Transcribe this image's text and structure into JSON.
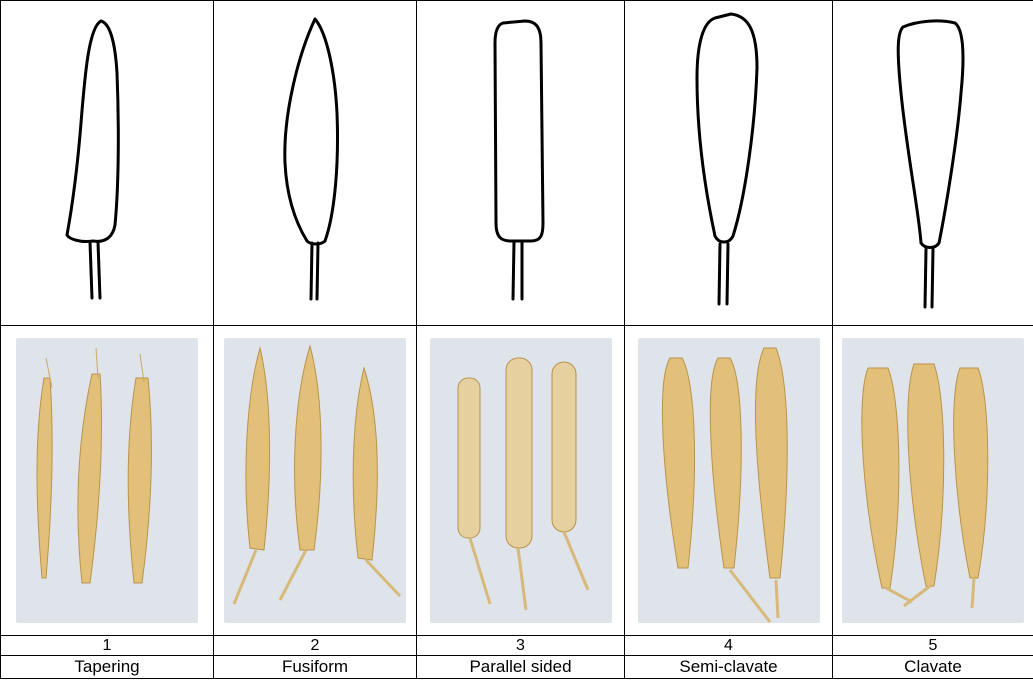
{
  "columns": [
    {
      "number": "1",
      "name": "Tapering"
    },
    {
      "number": "2",
      "name": "Fusiform"
    },
    {
      "number": "3",
      "name": "Parallel sided"
    },
    {
      "number": "4",
      "name": "Semi-clavate"
    },
    {
      "number": "5",
      "name": "Clavate"
    }
  ],
  "colors": {
    "outline_stroke": "#000000",
    "photo_background": "#dfe4ea",
    "wheat_grain": "#e3c07a",
    "wheat_shadow": "#b8934c",
    "wheat_stem": "#d7b97a"
  },
  "icons": [
    "ear-outline-shape",
    "wheat-ear-photo"
  ]
}
